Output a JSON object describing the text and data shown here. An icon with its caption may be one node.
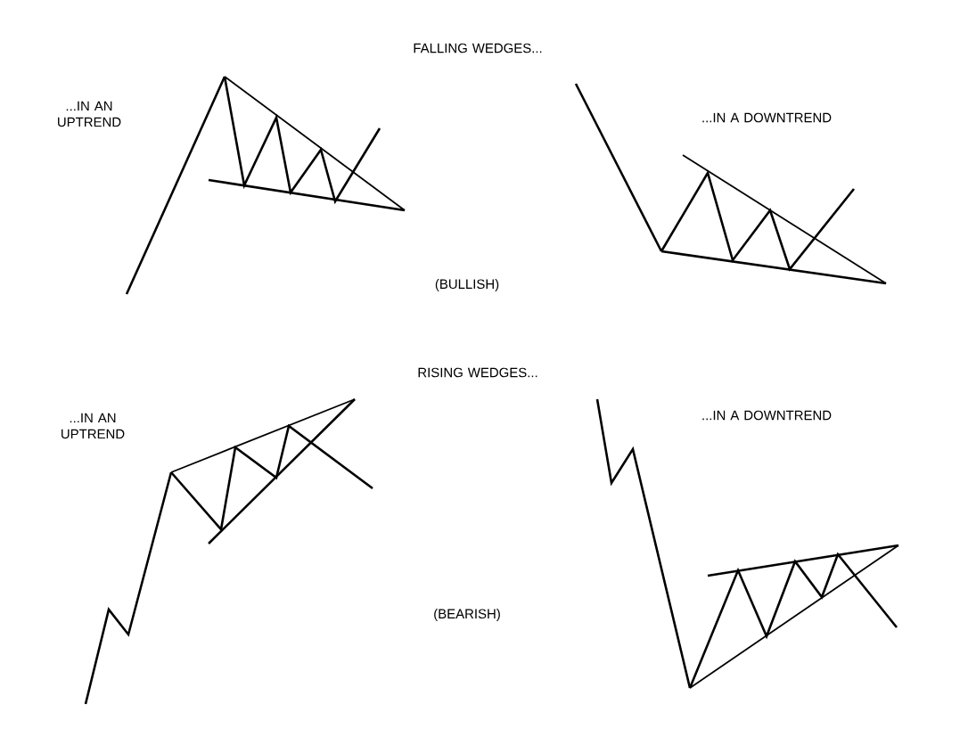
{
  "diagram": {
    "labels": [
      "FALLING WEDGES...",
      "...IN AN UPTREND",
      "...IN A DOWNTREND",
      "(BULLISH)",
      "RISING WEDGES...",
      "...IN AN UPTREND",
      "...IN A DOWNTREND",
      "(BEARISH)"
    ]
  }
}
